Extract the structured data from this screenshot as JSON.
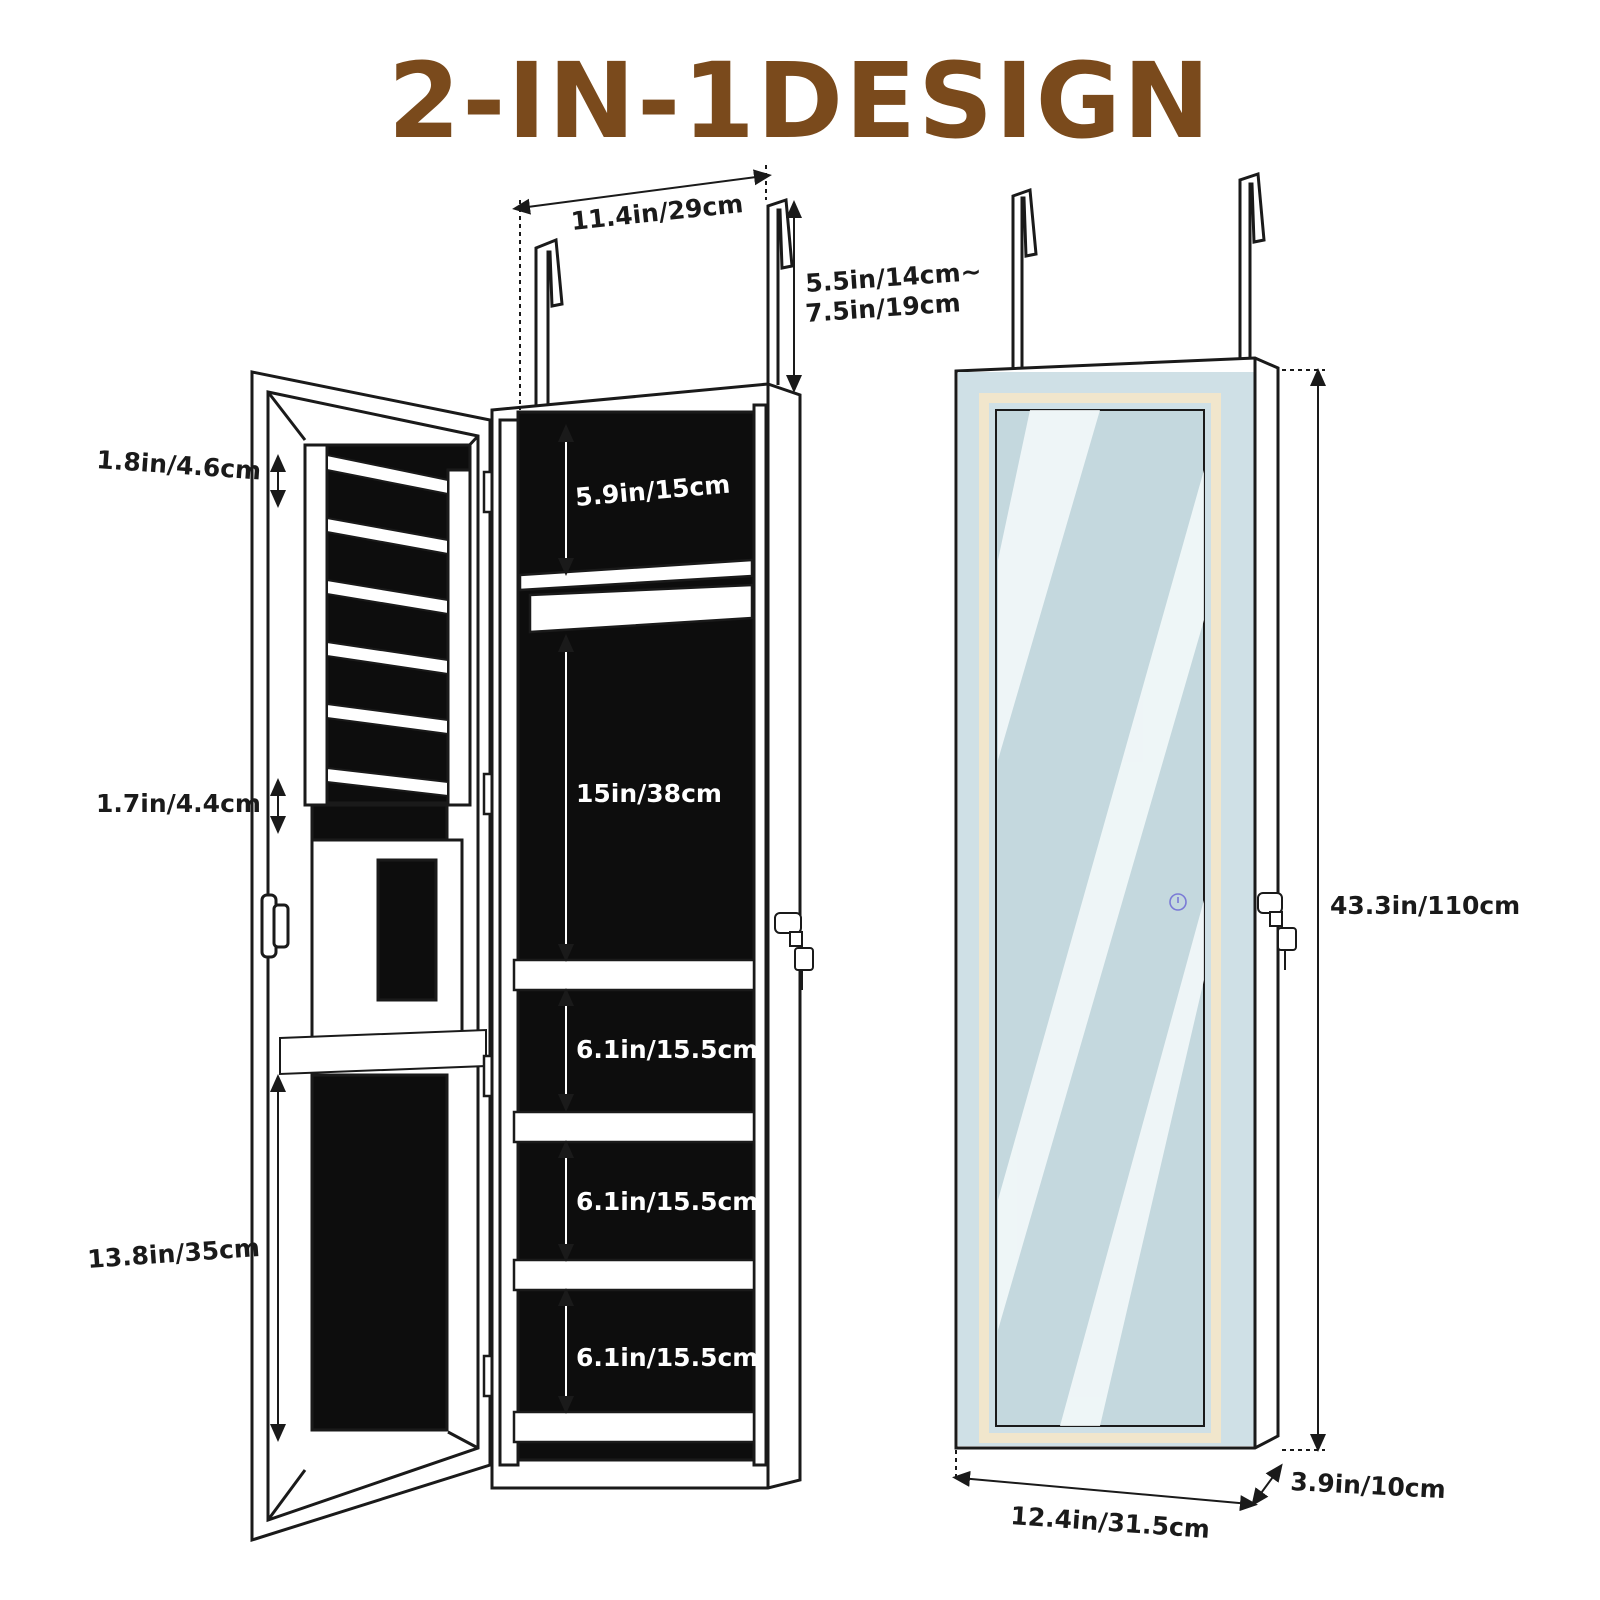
{
  "title": "2-IN-1DESIGN",
  "colors": {
    "title": "#7a4a1c",
    "ink": "#1a1a1a",
    "cabinet_interior": "#0d0d0d",
    "panel": "#ffffff",
    "mirror": "#cfe0e6",
    "mirror_frame": "#f1e6cc",
    "background": "#ffffff"
  },
  "icons": {
    "hook": "over-door-hook-icon",
    "hinge": "hinge-icon",
    "lock": "padlock-icon",
    "touch": "power-touch-icon"
  },
  "dimensions": {
    "top_width": "11.4in/29cm",
    "hook_adjust_1": "5.5in/14cm~",
    "hook_adjust_2": "7.5in/19cm",
    "door_ring_spacing": "1.8in/4.6cm",
    "door_gap": "1.7in/4.4cm",
    "door_lower": "13.8in/35cm",
    "top_compartment": "5.9in/15cm",
    "middle_compartment": "15in/38cm",
    "shelf_1": "6.1in/15.5cm",
    "shelf_2": "6.1in/15.5cm",
    "shelf_3": "6.1in/15.5cm",
    "height": "43.3in/110cm",
    "width": "12.4in/31.5cm",
    "depth": "3.9in/10cm"
  }
}
